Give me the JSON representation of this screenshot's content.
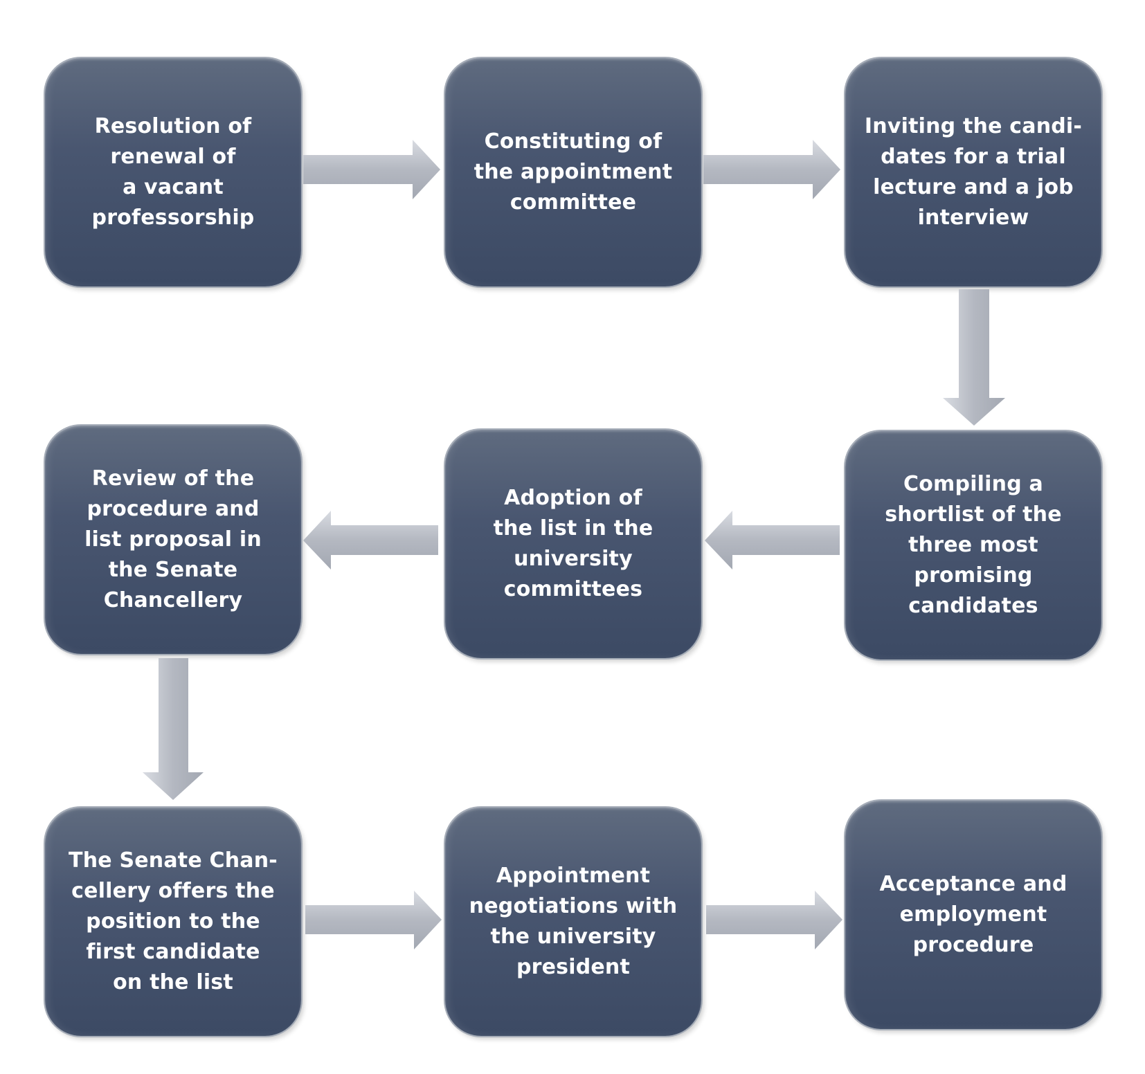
{
  "steps": [
    {
      "id": "b1",
      "label": "Resolution of\nrenewal of\na vacant\nprofessorship"
    },
    {
      "id": "b2",
      "label": "Constituting of\nthe appointment\ncommittee"
    },
    {
      "id": "b3",
      "label": "Inviting the candi-\ndates for a trial\nlecture and a job\ninterview"
    },
    {
      "id": "b4",
      "label": "Review of the\nprocedure and\nlist proposal in\nthe Senate\nChancellery"
    },
    {
      "id": "b5",
      "label": "Adoption of\nthe list in the\nuniversity\ncommittees"
    },
    {
      "id": "b6",
      "label": "Compiling a\nshortlist of the\nthree most\npromising\ncandidates"
    },
    {
      "id": "b7",
      "label": "The Senate Chan-\ncellery offers the\nposition to the\nfirst candidate\non the list"
    },
    {
      "id": "b8",
      "label": "Appointment\nnegotiations with\nthe university\npresident"
    },
    {
      "id": "b9",
      "label": "Acceptance and\nemployment\nprocedure"
    }
  ],
  "colors": {
    "box_top": "#5f6b7f",
    "box_bottom": "#3c4a64",
    "box_text": "#ffffff",
    "arrow": "#b8bcc5"
  }
}
